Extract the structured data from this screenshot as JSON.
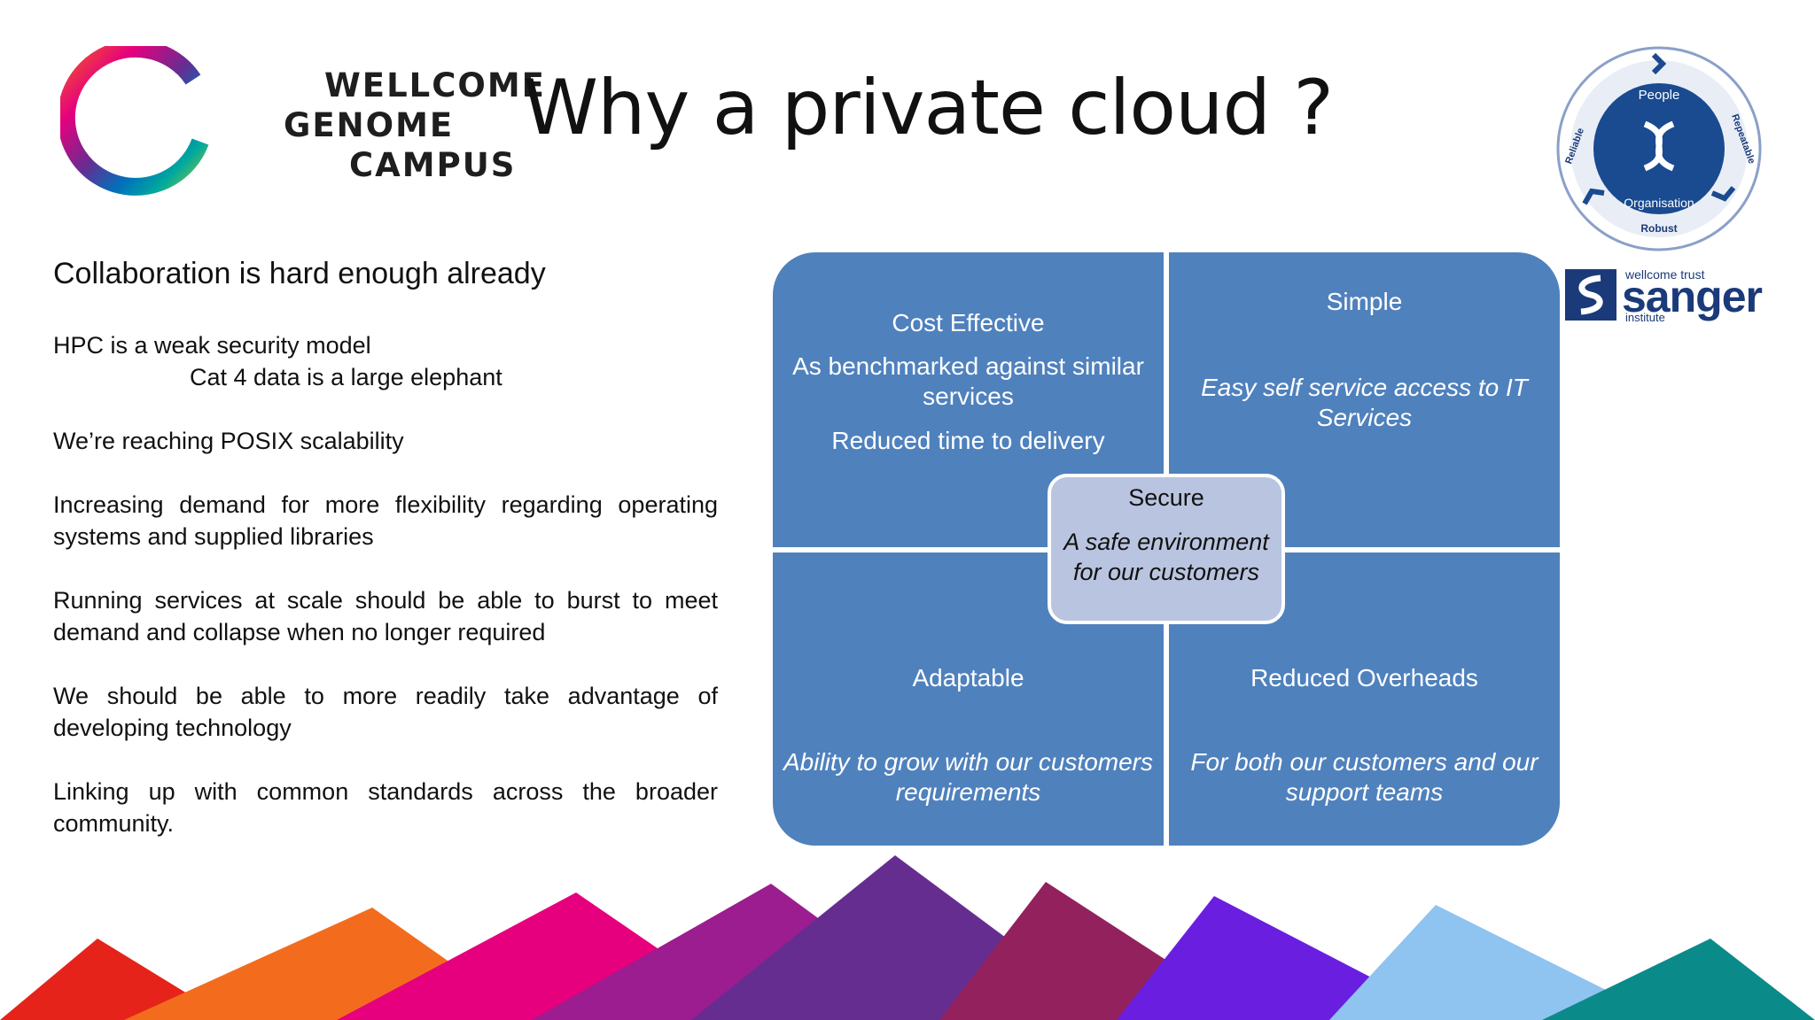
{
  "logo": {
    "line1": "WELLCOME",
    "line2": "GENOME",
    "line3": "CAMPUS"
  },
  "title": "Why a private cloud ?",
  "badge": {
    "people": "People",
    "repeatable": "Repeatable",
    "organisation": "Organisation",
    "robust": "Robust",
    "reliable": "Reliable",
    "wordmark_top": "wellcome trust",
    "wordmark_main": "sanger",
    "wordmark_bottom": "institute"
  },
  "intro_heading": "Collaboration is hard enough already",
  "points": {
    "p1": "HPC is a weak security model",
    "p1_sub": "Cat 4 data is a large elephant",
    "p2": "We’re reaching POSIX scalability",
    "p3": "Increasing demand for more flexibility regarding operating systems and supplied libraries",
    "p4": "Running services at scale should be able to burst to meet demand and collapse when no longer required",
    "p5": "We should be able to more readily take advantage of developing technology",
    "p6": "Linking up with common standards across the broader community."
  },
  "quadrants": {
    "cost": {
      "title": "Cost Effective",
      "line1": "As benchmarked against similar services",
      "line2": "Reduced time to delivery"
    },
    "simple": {
      "title": "Simple",
      "body": "Easy self service access to IT Services"
    },
    "adaptable": {
      "title": "Adaptable",
      "body": "Ability to grow with our customers requirements"
    },
    "overheads": {
      "title": "Reduced Overheads",
      "body": "For both our customers and our support teams"
    },
    "secure": {
      "title": "Secure",
      "body": "A safe environment for our customers"
    }
  },
  "colors": {
    "quadrant_blue": "#4f81bd",
    "secure_fill": "#b9c5e0",
    "sanger_navy": "#1a3a7a"
  }
}
